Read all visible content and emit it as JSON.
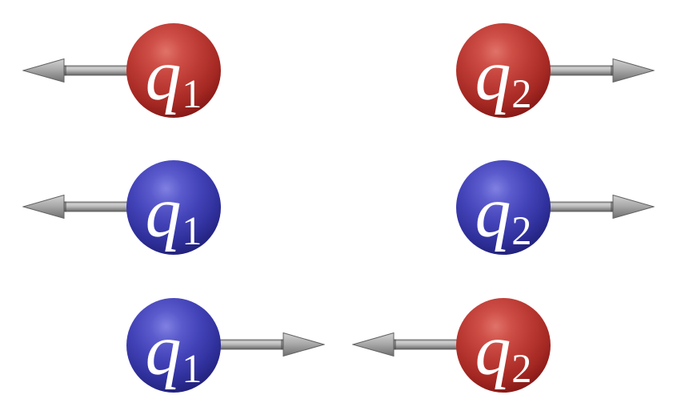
{
  "diagram": {
    "description": "Coulomb force pairs between point charges: like charges repel, opposite charges attract",
    "background_color": "#ffffff",
    "charge_colors": {
      "red_body": "#bc3a34",
      "blue_body": "#4343b8"
    },
    "arrow_color": "#a8a8a8",
    "label_color": "#ffffff",
    "rows": [
      {
        "interaction": "repulsion",
        "left_charge": {
          "label": "q",
          "subscript": "1",
          "charge_color": "red",
          "force_arrow": "left"
        },
        "right_charge": {
          "label": "q",
          "subscript": "2",
          "charge_color": "red",
          "force_arrow": "right"
        }
      },
      {
        "interaction": "repulsion",
        "left_charge": {
          "label": "q",
          "subscript": "1",
          "charge_color": "blue",
          "force_arrow": "left"
        },
        "right_charge": {
          "label": "q",
          "subscript": "2",
          "charge_color": "blue",
          "force_arrow": "right"
        }
      },
      {
        "interaction": "attraction",
        "left_charge": {
          "label": "q",
          "subscript": "1",
          "charge_color": "blue",
          "force_arrow": "right"
        },
        "right_charge": {
          "label": "q",
          "subscript": "2",
          "charge_color": "red",
          "force_arrow": "left"
        }
      }
    ]
  }
}
